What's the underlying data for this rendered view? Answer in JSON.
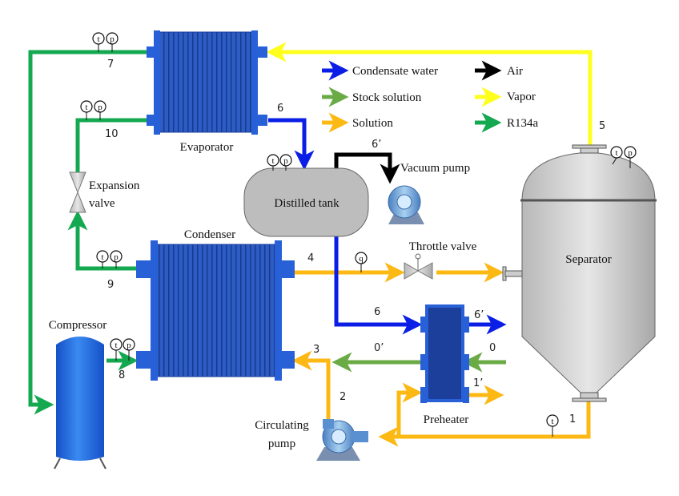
{
  "legend": [
    {
      "label": "Condensate water",
      "color": "#0a1ee6"
    },
    {
      "label": "Stock solution",
      "color": "#6aab46"
    },
    {
      "label": "Solution",
      "color": "#fcb813"
    },
    {
      "label": "Air",
      "color": "#000000"
    },
    {
      "label": "Vapor",
      "color": "#ffff1e"
    },
    {
      "label": "R134a",
      "color": "#14a850"
    }
  ],
  "components": {
    "evaporator": "Evaporator",
    "condenser": "Condenser",
    "compressor": "Compressor",
    "expansion_valve": [
      "Expansion",
      "valve"
    ],
    "distilled_tank": "Distilled tank",
    "vacuum_pump": "Vacuum pump",
    "throttle_valve": "Throttle valve",
    "separator": "Separator",
    "preheater": "Preheater",
    "circulating_pump": [
      "Circulating",
      "pump"
    ]
  },
  "points": {
    "p7": "7",
    "p10": "10",
    "p9": "9",
    "p8": "8",
    "p6a": "6",
    "p6prime_air": "6’",
    "p4": "4",
    "p5": "5",
    "p6b": "6",
    "p6prime": "6’",
    "p0": "0",
    "p0prime": "0’",
    "p1prime": "1’",
    "p1": "1",
    "p2": "2",
    "p3": "3"
  },
  "gauges": {
    "t": "t",
    "p": "p",
    "q": "q"
  }
}
